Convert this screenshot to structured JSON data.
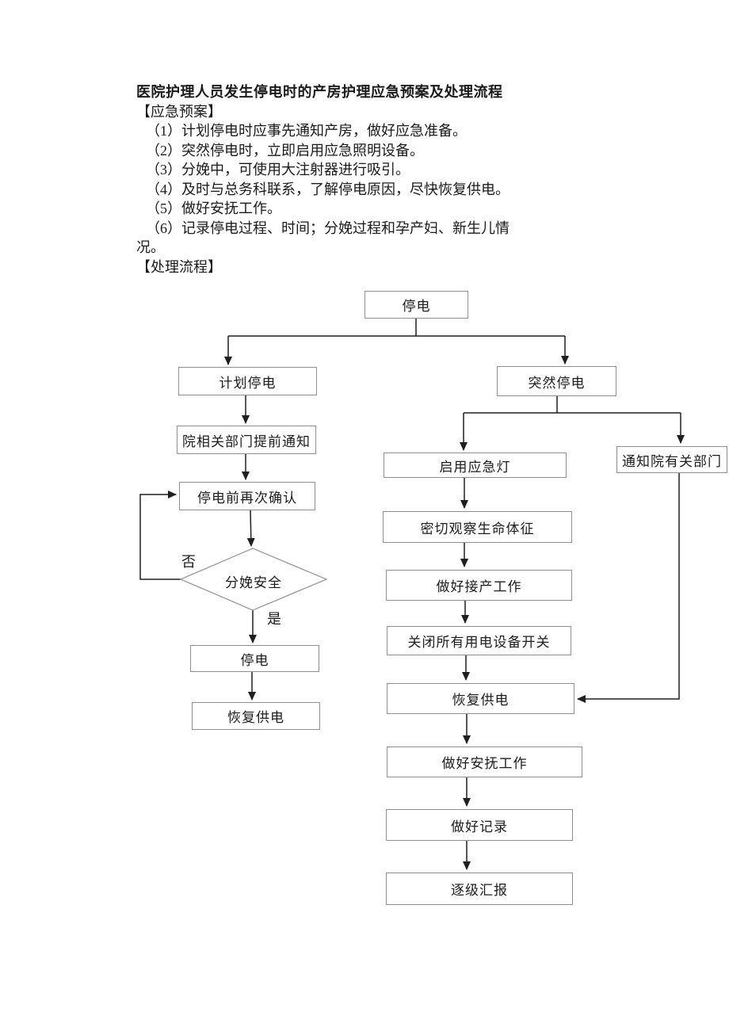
{
  "document": {
    "title": "医院护理人员发生停电时的产房护理应急预案及处理流程",
    "section_emergency_plan": "【应急预案】",
    "plan_items": [
      "（1）计划停电时应事先通知产房，做好应急准备。",
      "（2）突然停电时，立即启用应急照明设备。",
      "（3）分娩中，可使用大注射器进行吸引。",
      "（4）及时与总务科联系，了解停电原因，尽快恢复供电。",
      "（5）做好安抚工作。",
      "（6）记录停电过程、时间；分娩过程和孕产妇、新生儿情",
      "况。"
    ],
    "section_process_flow": "【处理流程】"
  },
  "flowchart": {
    "nodes": {
      "start": "停电",
      "planned_outage": "计划停电",
      "notify_departments": "院相关部门提前通知",
      "reconfirm": "停电前再次确认",
      "delivery_safe": "分娩安全",
      "outage": "停电",
      "restore_power_left": "恢复供电",
      "sudden_outage": "突然停电",
      "emergency_lights": "启用应急灯",
      "notify_hospital": "通知院有关部门",
      "observe_vitals": "密切观察生命体征",
      "delivery_work": "做好接产工作",
      "switch_off_equipment": "关闭所有用电设备开关",
      "restore_power_right": "恢复供电",
      "comfort_work": "做好安抚工作",
      "keep_records": "做好记录",
      "report_levels": "逐级汇报"
    },
    "branch_labels": {
      "no": "否",
      "yes": "是"
    }
  },
  "colors": {
    "background": "#ffffff",
    "text": "#1a1a1a",
    "box_border": "#8f8f8f",
    "connector_line": "#1f1f1f"
  }
}
